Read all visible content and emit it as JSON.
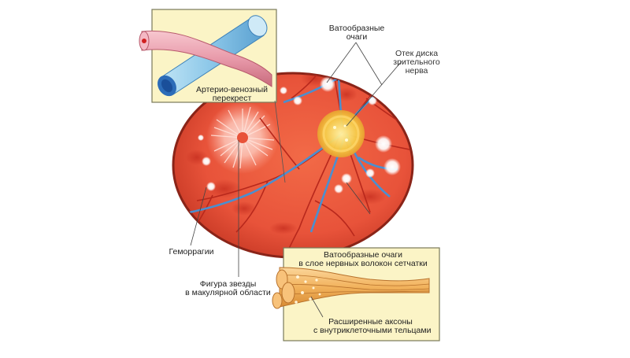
{
  "labels": {
    "vatoobraznye_ochagi": [
      "Ватообразные",
      "очаги"
    ],
    "otek_diska": [
      "Отек диска",
      "зрительного",
      "нерва"
    ],
    "arterio_venozny": [
      "Артерио-венозный",
      "перекрест"
    ],
    "gemorragii": [
      "Геморрагии"
    ],
    "figura_zvezdy": [
      "Фигура звезды",
      "в макулярной области"
    ],
    "box_title": [
      "Ватообразные очаги",
      "в слое нервных волокон сетчатки"
    ],
    "rasshirennye_aksony": [
      "Расширенные аксоны",
      "с внутриклеточными тельцами"
    ]
  },
  "colors": {
    "retina": "#e8533a",
    "retina_dark": "#c93a26",
    "retina_border": "#8a2418",
    "panel": "#fbf4c6",
    "artery": "#d63a2e",
    "vein": "#4a8fd0",
    "disc": "#f5c842",
    "exudate": "#ffffff",
    "axon": "#f2b25c"
  },
  "icons": [
    "artery-vein-crossing-illustration",
    "retina-fundus-illustration",
    "axon-bundle-illustration"
  ]
}
